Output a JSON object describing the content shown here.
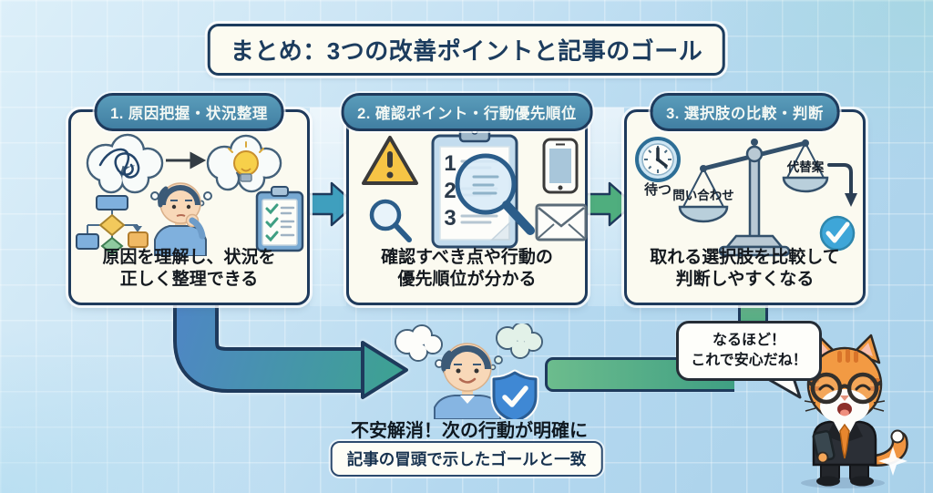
{
  "title": "まとめ：3つの改善ポイントと記事のゴール",
  "panels": [
    {
      "header": "1. 原因把握・状況整理",
      "caption": [
        "原因を理解し、状況を",
        "正しく整理できる"
      ]
    },
    {
      "header": "2. 確認ポイント・行動優先順位",
      "caption": [
        "確認すべき点や行動の",
        "優先順位が分かる"
      ],
      "list_numbers": [
        "1",
        "2",
        "3"
      ]
    },
    {
      "header": "3. 選択肢の比較・判断",
      "caption": [
        "取れる選択肢を比較して",
        "判断しやすくなる"
      ],
      "labels": {
        "wait": "待つ",
        "inquiry": "問い合わせ",
        "alternative": "代替案"
      }
    }
  ],
  "conclusion": {
    "headline": "不安解消！次の行動が明確に",
    "goal_box": "記事の冒頭で示したゴールと一致"
  },
  "speech_bubble": {
    "lines": [
      "なるほど！",
      "これで安心だね！"
    ]
  },
  "colors": {
    "panel_border": "#1e3a5c",
    "panel_bg": "#fbfaf0",
    "pill_bg": "#4a8fb0",
    "arrow_teal": "#3f9fbe",
    "arrow_green": "#4fae7e",
    "check_blue": "#3ea6d8",
    "shield_blue": "#3f88d4",
    "background_blue": "#b4d8ef"
  }
}
